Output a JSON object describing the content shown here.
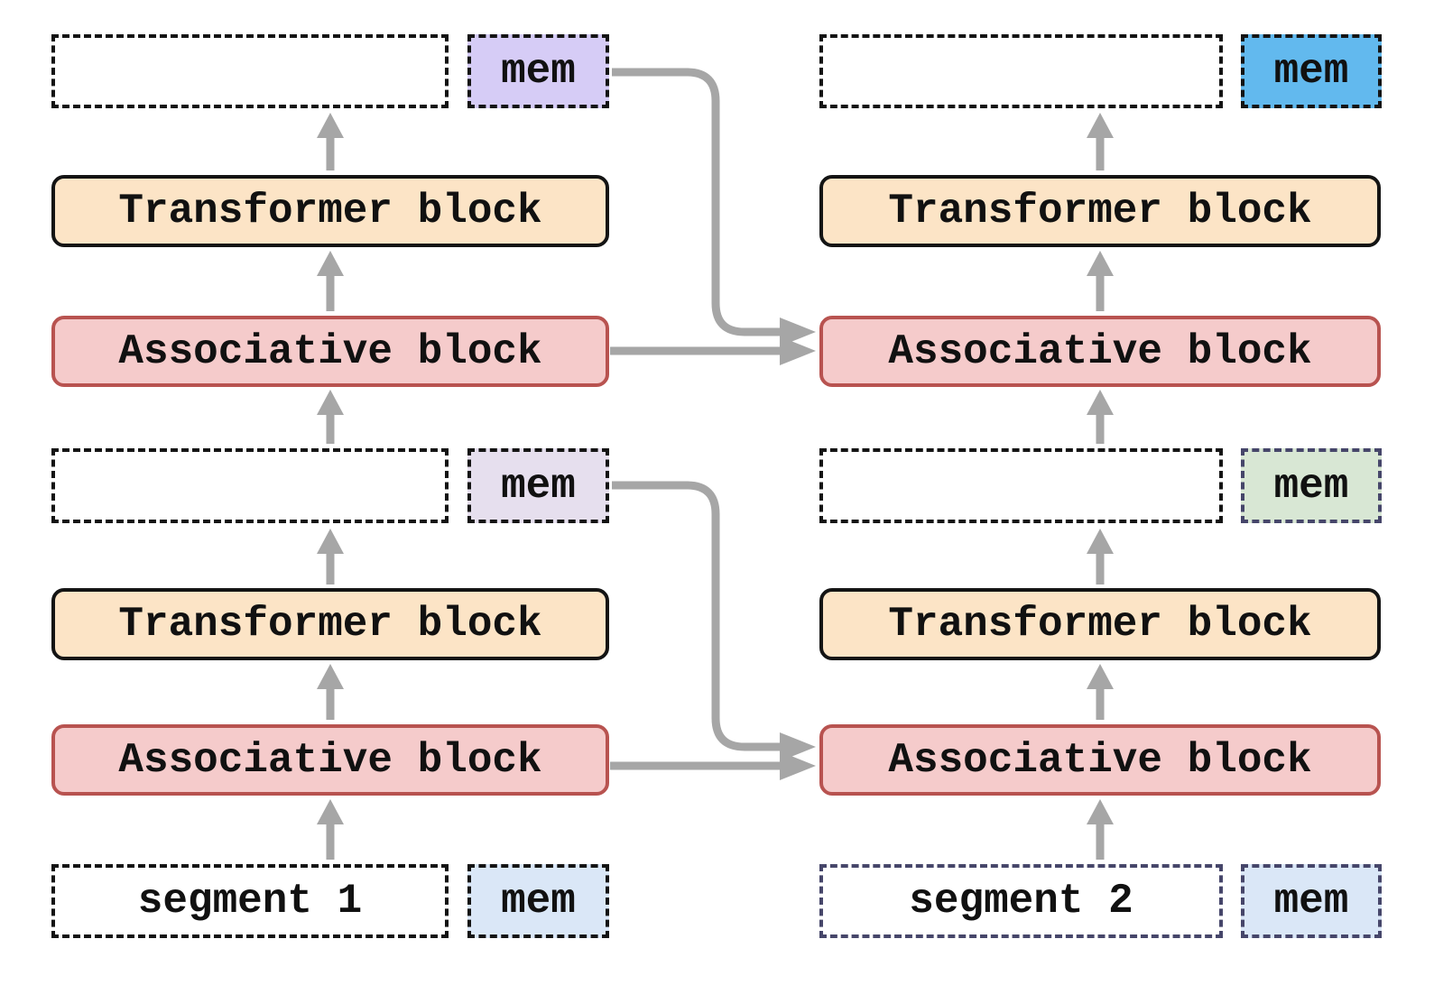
{
  "labels": {
    "transformer_block": "Transformer block",
    "associative_block": "Associative block",
    "mem": "mem",
    "segment_1": "segment 1",
    "segment_2": "segment 2"
  },
  "colors": {
    "background": "#ffffff",
    "transformer_fill": "#fce4c6",
    "transformer_border": "#141414",
    "associative_fill": "#f5cbcb",
    "associative_border": "#b85350",
    "arrow_gray": "#a6a6a6",
    "dash_black": "#141414",
    "dash_navy": "#46466a",
    "mem_seg1_input": "#dae7f7",
    "mem_seg1_layer1": "#e6dfee",
    "mem_seg1_layer2": "#d6ccf6",
    "mem_seg2_input": "#dae7f7",
    "mem_seg2_layer1": "#d8e7d4",
    "mem_seg2_layer2": "#62b9ee"
  }
}
